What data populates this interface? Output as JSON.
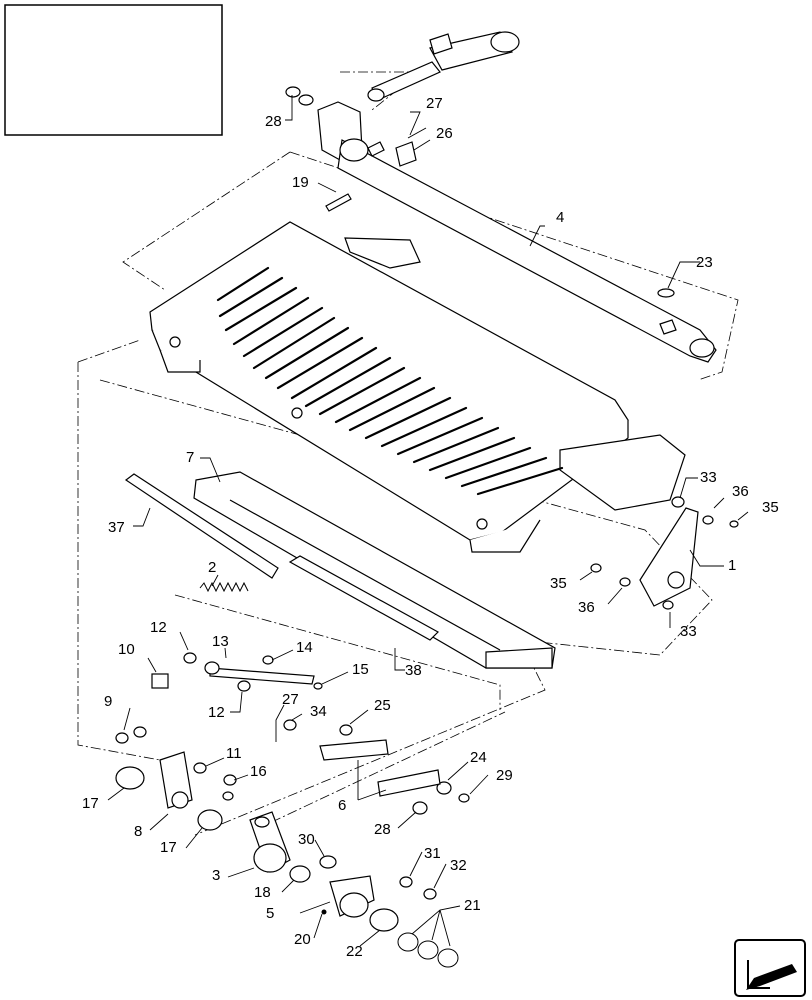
{
  "callouts": [
    {
      "id": "c28a",
      "text": "28"
    },
    {
      "id": "c27a",
      "text": "27"
    },
    {
      "id": "c26",
      "text": "26"
    },
    {
      "id": "c19",
      "text": "19"
    },
    {
      "id": "c4",
      "text": "4"
    },
    {
      "id": "c23",
      "text": "23"
    },
    {
      "id": "c7",
      "text": "7"
    },
    {
      "id": "c37",
      "text": "37"
    },
    {
      "id": "c33a",
      "text": "33"
    },
    {
      "id": "c36a",
      "text": "36"
    },
    {
      "id": "c35a",
      "text": "35"
    },
    {
      "id": "c1",
      "text": "1"
    },
    {
      "id": "c35b",
      "text": "35"
    },
    {
      "id": "c36b",
      "text": "36"
    },
    {
      "id": "c33b",
      "text": "33"
    },
    {
      "id": "c2",
      "text": "2"
    },
    {
      "id": "c38",
      "text": "38"
    },
    {
      "id": "c12a",
      "text": "12"
    },
    {
      "id": "c13",
      "text": "13"
    },
    {
      "id": "c14",
      "text": "14"
    },
    {
      "id": "c10",
      "text": "10"
    },
    {
      "id": "c15",
      "text": "15"
    },
    {
      "id": "c12b",
      "text": "12"
    },
    {
      "id": "c9",
      "text": "9"
    },
    {
      "id": "c27b",
      "text": "27"
    },
    {
      "id": "c34",
      "text": "34"
    },
    {
      "id": "c25",
      "text": "25"
    },
    {
      "id": "c11",
      "text": "11"
    },
    {
      "id": "c16",
      "text": "16"
    },
    {
      "id": "c24",
      "text": "24"
    },
    {
      "id": "c29",
      "text": "29"
    },
    {
      "id": "c17a",
      "text": "17"
    },
    {
      "id": "c6",
      "text": "6"
    },
    {
      "id": "c8",
      "text": "8"
    },
    {
      "id": "c28b",
      "text": "28"
    },
    {
      "id": "c17b",
      "text": "17"
    },
    {
      "id": "c30",
      "text": "30"
    },
    {
      "id": "c3",
      "text": "3"
    },
    {
      "id": "c31",
      "text": "31"
    },
    {
      "id": "c32",
      "text": "32"
    },
    {
      "id": "c18",
      "text": "18"
    },
    {
      "id": "c5",
      "text": "5"
    },
    {
      "id": "c21",
      "text": "21"
    },
    {
      "id": "c20",
      "text": "20"
    },
    {
      "id": "c22",
      "text": "22"
    }
  ]
}
